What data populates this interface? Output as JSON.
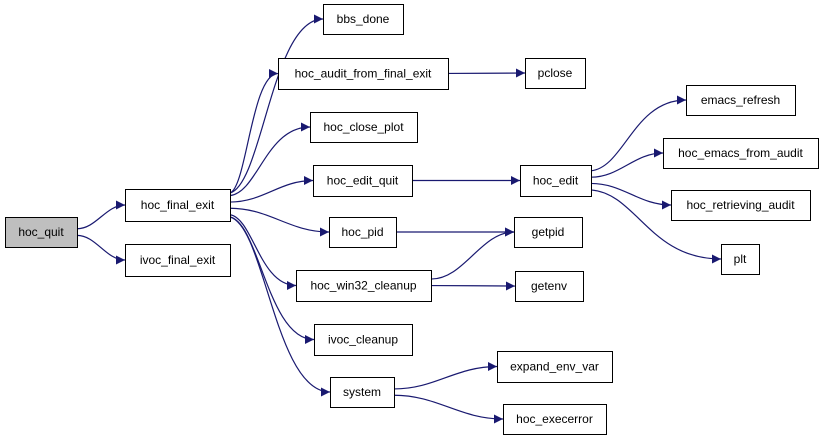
{
  "diagram": {
    "type": "call-graph",
    "colors": {
      "edge": "#191970",
      "root_fill": "#bfbfbf",
      "node_fill": "#ffffff",
      "node_border": "#000000"
    },
    "nodes": {
      "hoc_quit": "hoc_quit",
      "hoc_final_exit": "hoc_final_exit",
      "ivoc_final_exit": "ivoc_final_exit",
      "bbs_done": "bbs_done",
      "hoc_audit_from_final_exit": "hoc_audit_from_final_exit",
      "pclose": "pclose",
      "hoc_close_plot": "hoc_close_plot",
      "hoc_edit_quit": "hoc_edit_quit",
      "hoc_edit": "hoc_edit",
      "emacs_refresh": "emacs_refresh",
      "hoc_emacs_from_audit": "hoc_emacs_from_audit",
      "hoc_retrieving_audit": "hoc_retrieving_audit",
      "plt": "plt",
      "hoc_pid": "hoc_pid",
      "getpid": "getpid",
      "hoc_win32_cleanup": "hoc_win32_cleanup",
      "getenv": "getenv",
      "ivoc_cleanup": "ivoc_cleanup",
      "system": "system",
      "expand_env_var": "expand_env_var",
      "hoc_execerror": "hoc_execerror"
    },
    "edges": [
      [
        "hoc_quit",
        "hoc_final_exit"
      ],
      [
        "hoc_quit",
        "ivoc_final_exit"
      ],
      [
        "hoc_final_exit",
        "bbs_done"
      ],
      [
        "hoc_final_exit",
        "hoc_audit_from_final_exit"
      ],
      [
        "hoc_final_exit",
        "hoc_close_plot"
      ],
      [
        "hoc_final_exit",
        "hoc_edit_quit"
      ],
      [
        "hoc_final_exit",
        "hoc_pid"
      ],
      [
        "hoc_final_exit",
        "hoc_win32_cleanup"
      ],
      [
        "hoc_final_exit",
        "ivoc_cleanup"
      ],
      [
        "hoc_final_exit",
        "system"
      ],
      [
        "hoc_audit_from_final_exit",
        "pclose"
      ],
      [
        "hoc_edit_quit",
        "hoc_edit"
      ],
      [
        "hoc_edit",
        "emacs_refresh"
      ],
      [
        "hoc_edit",
        "hoc_emacs_from_audit"
      ],
      [
        "hoc_edit",
        "hoc_retrieving_audit"
      ],
      [
        "hoc_edit",
        "plt"
      ],
      [
        "hoc_pid",
        "getpid"
      ],
      [
        "hoc_win32_cleanup",
        "getpid"
      ],
      [
        "hoc_win32_cleanup",
        "getenv"
      ],
      [
        "system",
        "expand_env_var"
      ],
      [
        "system",
        "hoc_execerror"
      ]
    ]
  }
}
